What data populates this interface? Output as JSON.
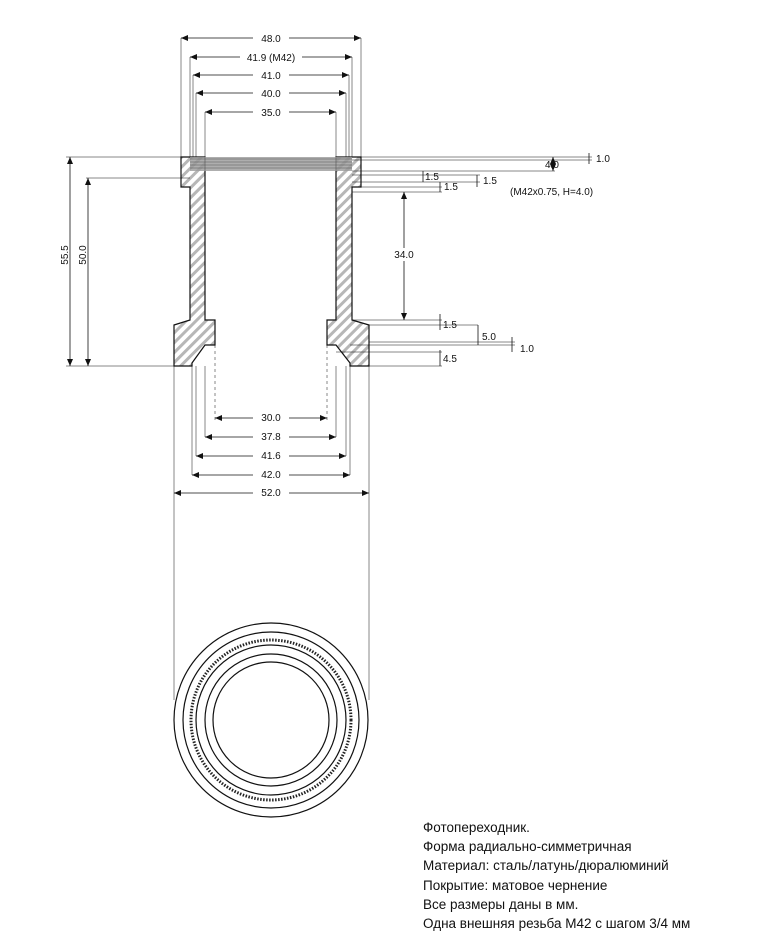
{
  "dimensions": {
    "top": [
      "48.0",
      "41.9 (M42)",
      "41.0",
      "40.0",
      "35.0"
    ],
    "bottom": [
      "30.0",
      "37.8",
      "41.6",
      "42.0",
      "52.0"
    ],
    "left_vertical": [
      "55.5",
      "50.0"
    ],
    "mid_vertical": "34.0",
    "right_upper": [
      "4.0",
      "1.0",
      "1.5",
      "1.5",
      "1.5"
    ],
    "thread_spec": "(M42x0.75, H=4.0)",
    "right_lower": [
      "1.5",
      "5.0",
      "1.0",
      "4.5"
    ]
  },
  "notes": [
    "Фотопереходник.",
    "Форма радиально-симметричная",
    "Материал: сталь/латунь/дюралюминий",
    "Покрытие: матовое чернение",
    "Все размеры даны в мм.",
    "Одна внешняя резьба М42 с шагом 3/4 мм"
  ]
}
